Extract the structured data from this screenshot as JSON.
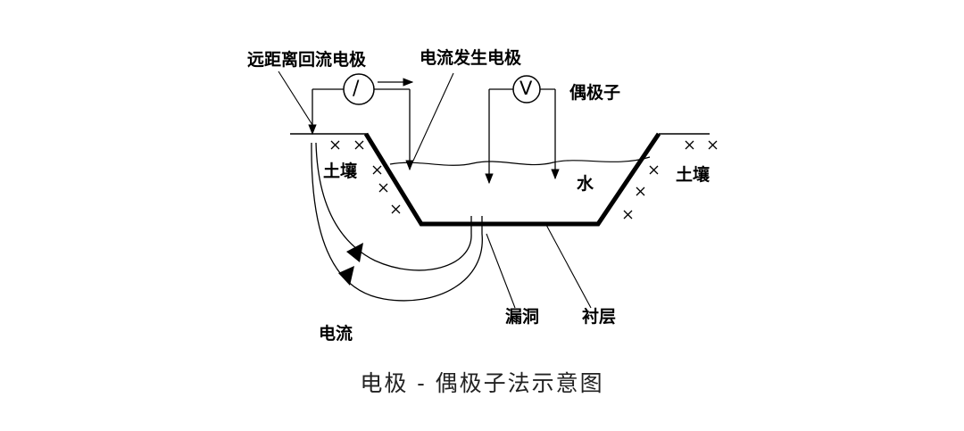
{
  "diagram": {
    "labels": {
      "remote_return_electrode": "远距离回流电极",
      "current_source_electrode": "电流发生电极",
      "dipole": "偶极子",
      "soil_left": "土壤",
      "soil_right": "土壤",
      "water": "水",
      "current": "电流",
      "leak_hole": "漏洞",
      "liner": "衬层"
    },
    "meters": {
      "ammeter_symbol": "/",
      "voltmeter_symbol": "V"
    },
    "caption": "电极 - 偶极子法示意图"
  }
}
